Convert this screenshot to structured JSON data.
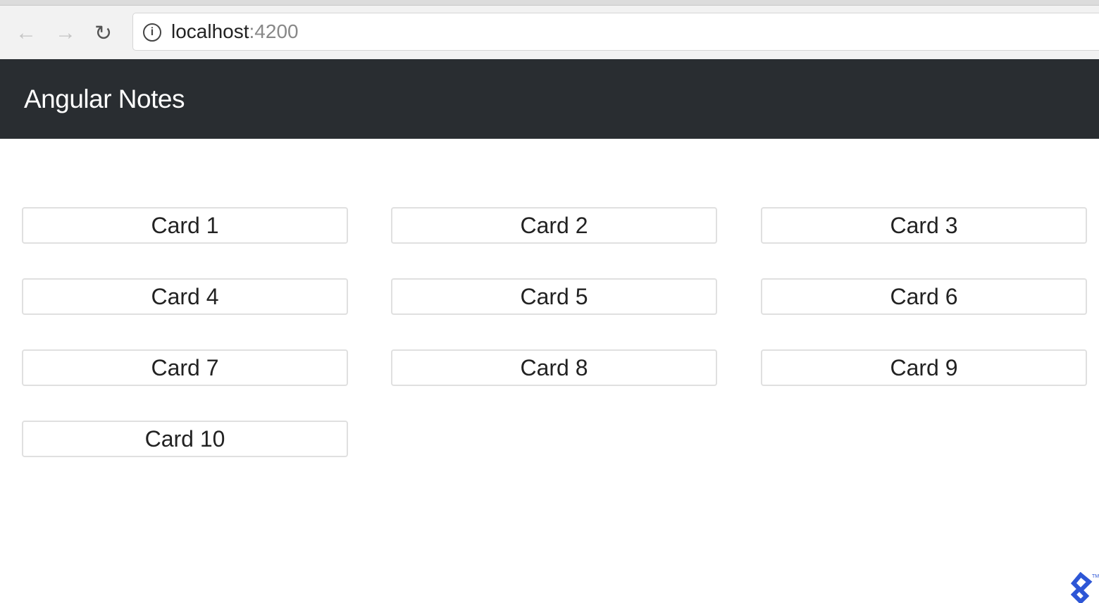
{
  "browser": {
    "url_host": "localhost",
    "url_port": ":4200",
    "back_icon": "arrow-left-icon",
    "forward_icon": "arrow-right-icon",
    "reload_icon": "reload-icon",
    "info_icon": "info-icon"
  },
  "navbar": {
    "brand": "Angular Notes"
  },
  "cards": [
    "Card 1",
    "Card 2",
    "Card 3",
    "Card 4",
    "Card 5",
    "Card 6",
    "Card 7",
    "Card 8",
    "Card 9",
    "Card 10"
  ],
  "watermark": {
    "text": "Toptal",
    "color": "#2d56d6"
  }
}
